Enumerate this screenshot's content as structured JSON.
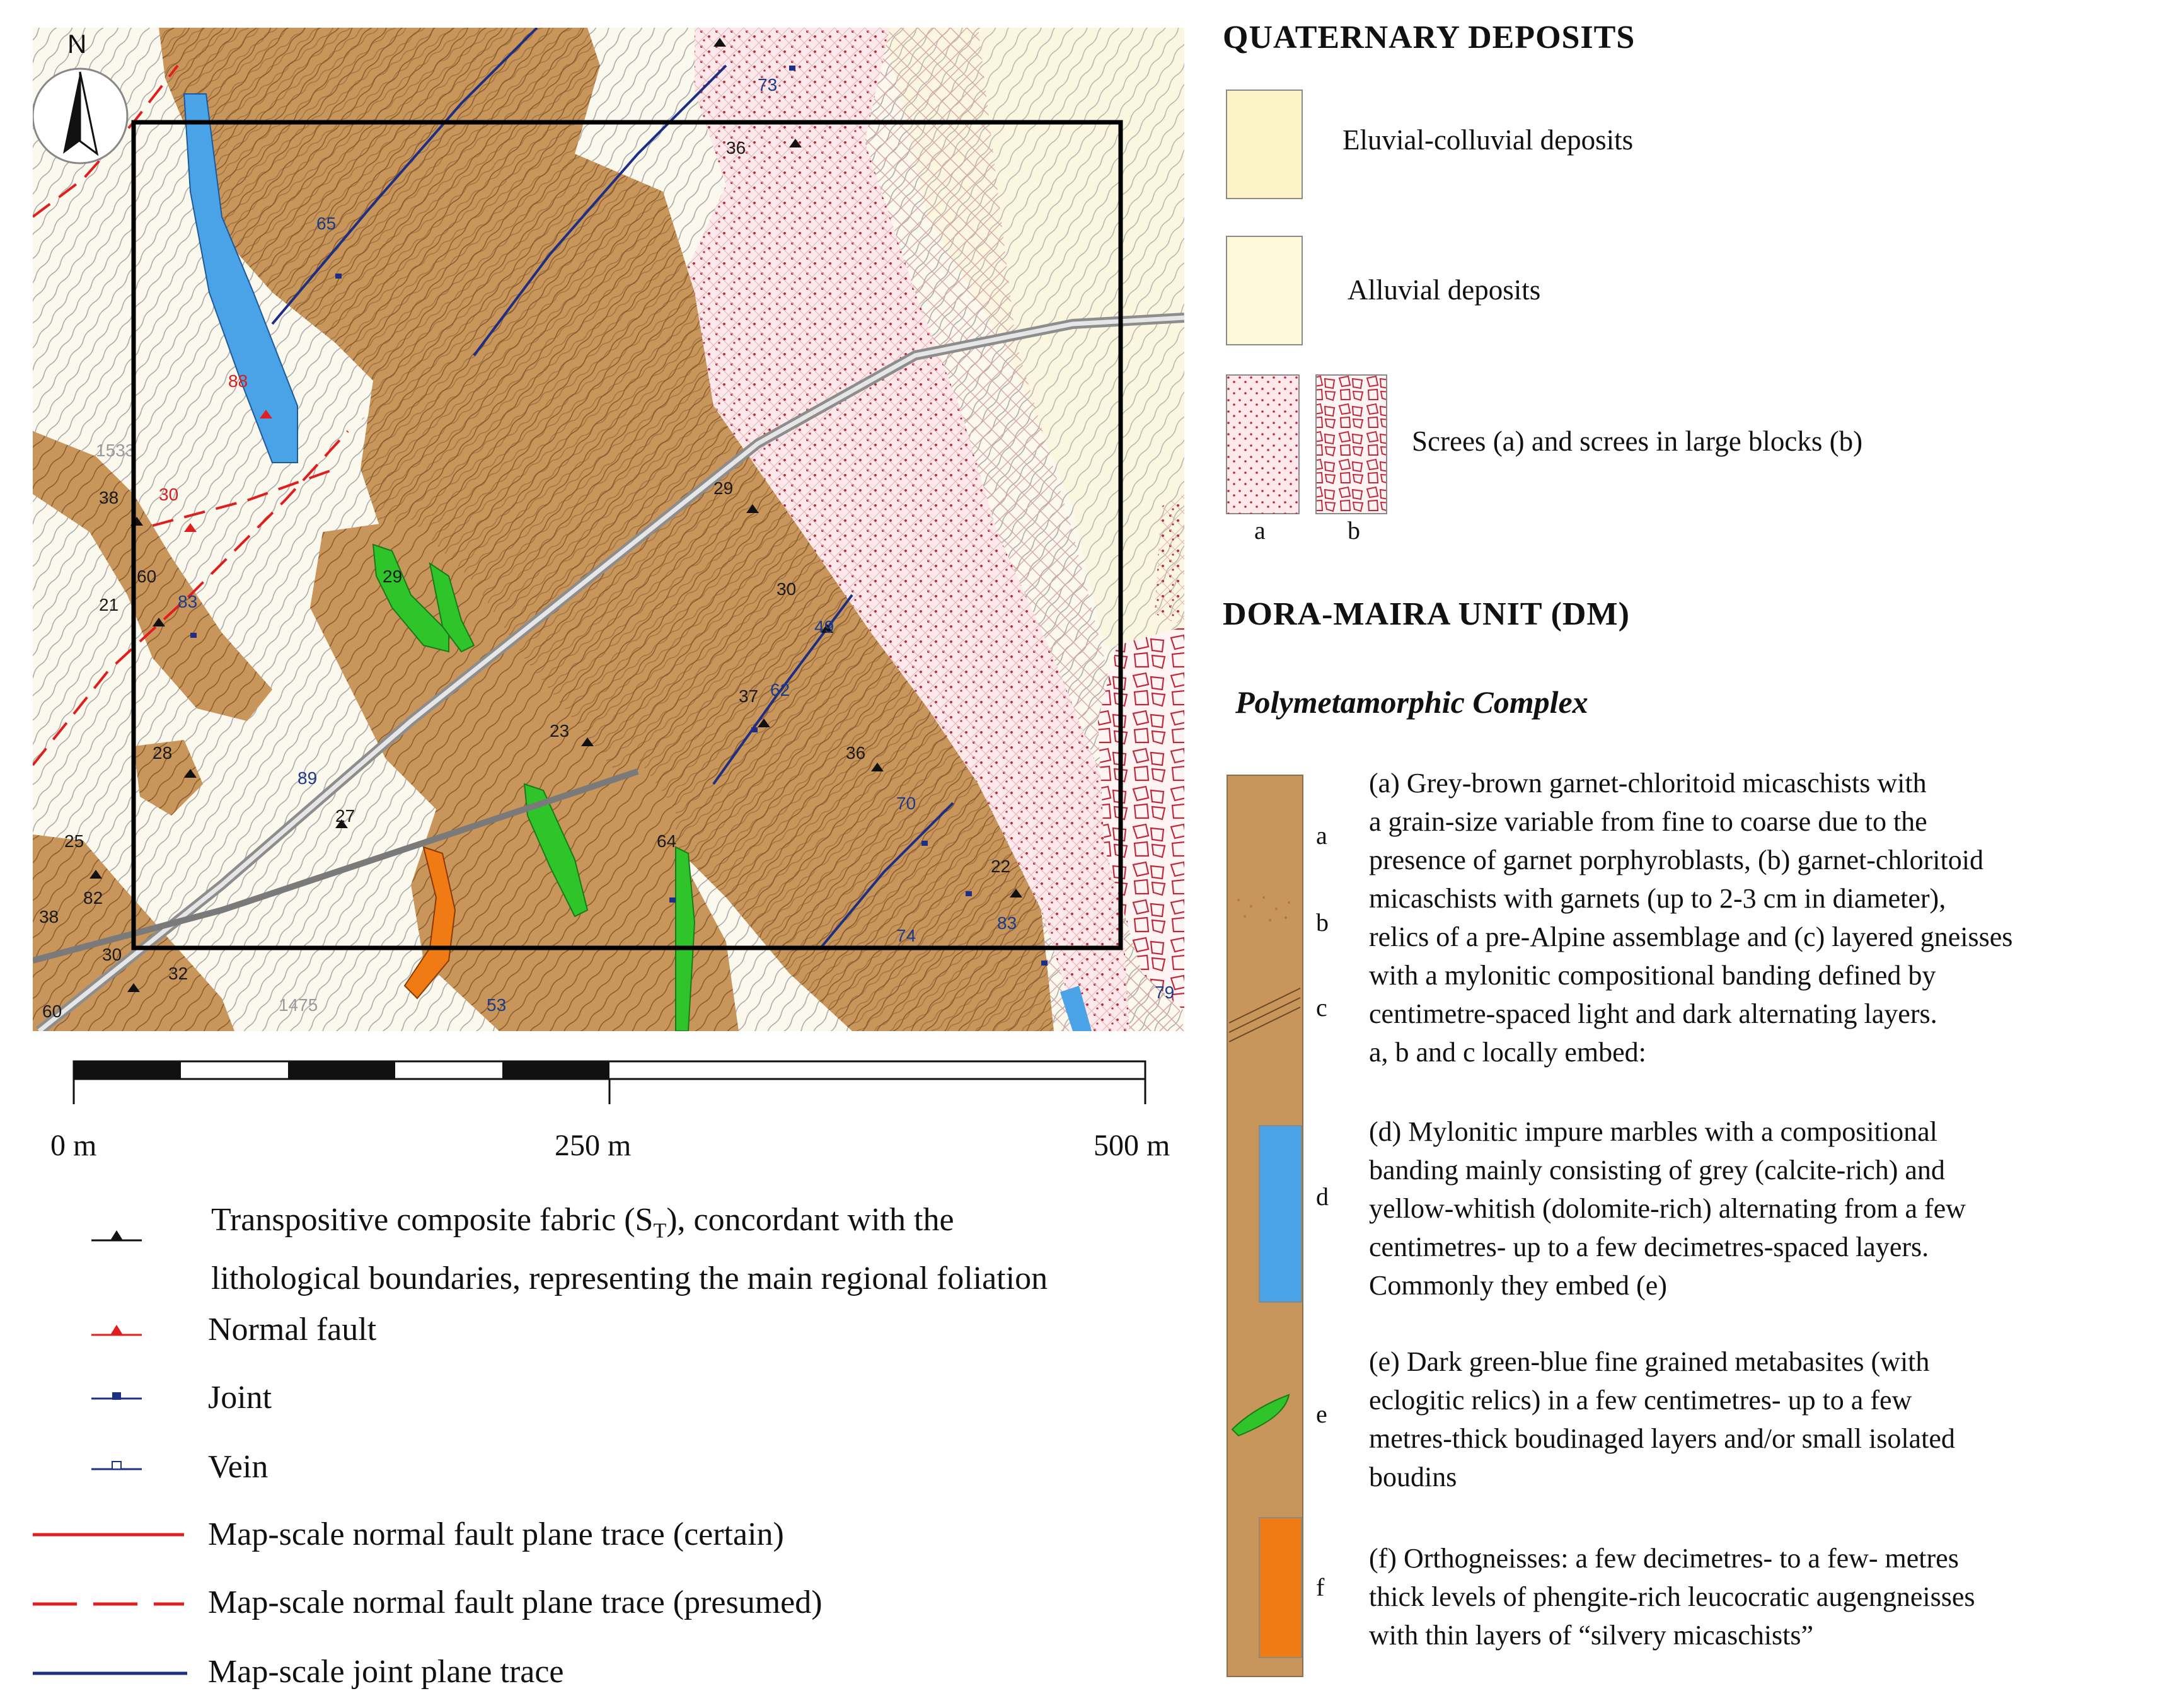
{
  "map": {
    "north_label": "N",
    "contour_labels": [
      "1475",
      "1533"
    ],
    "red_labels": [
      "88",
      "30"
    ],
    "blue_labels": [
      "73",
      "65",
      "83",
      "62",
      "49",
      "70",
      "74",
      "53",
      "83",
      "79",
      "89"
    ],
    "black_labels": [
      "36",
      "38",
      "60",
      "21",
      "29",
      "30",
      "28",
      "25",
      "82",
      "38",
      "30",
      "32",
      "60",
      "27",
      "23",
      "37",
      "36",
      "22",
      "64",
      "29"
    ]
  },
  "scale_bar": {
    "labels": [
      "0 m",
      "250 m",
      "500 m"
    ]
  },
  "symbols": [
    {
      "label": "Transpositive composite fabric (S",
      "sub": "T",
      "label_end": "), concordant with the",
      "label2": "lithological boundaries, representing the main regional foliation",
      "icon": "foliation-symbol"
    },
    {
      "label": "Normal fault",
      "icon": "normal-fault-symbol"
    },
    {
      "label": "Joint",
      "icon": "joint-symbol"
    },
    {
      "label": "Vein",
      "icon": "vein-symbol"
    },
    {
      "label": "Map-scale normal fault plane trace (certain)",
      "icon": "solid-red-line"
    },
    {
      "label": "Map-scale normal fault plane trace (presumed)",
      "icon": "dashed-red-line"
    },
    {
      "label": "Map-scale joint plane trace",
      "icon": "blue-line"
    }
  ],
  "legend": {
    "quaternary_heading": "QUATERNARY DEPOSITS",
    "eluvial": "Eluvial-colluvial deposits",
    "alluvial": "Alluvial deposits",
    "screes": "Screes (a) and screes in large blocks (b)",
    "screes_a": "a",
    "screes_b": "b",
    "dm_heading": "DORA-MAIRA UNIT (DM)",
    "complex": "Polymetamorphic Complex",
    "column_letters": [
      "a",
      "b",
      "c",
      "d",
      "e",
      "f"
    ],
    "desc_abc": "(a) Grey-brown garnet-chloritoid micaschists with\n a grain-size variable from fine to coarse due to the\npresence of garnet porphyroblasts, (b) garnet-chloritoid\nmicaschists with garnets (up to 2-3 cm in diameter),\nrelics of a pre-Alpine assemblage and (c) layered gneisses\nwith a mylonitic compositional banding defined by\ncentimetre-spaced light and dark alternating layers.\na, b and c locally embed:",
    "desc_d": "(d) Mylonitic impure marbles with a compositional\nbanding mainly consisting of grey (calcite-rich) and\nyellow-whitish (dolomite-rich) alternating from a few\ncentimetres- up to a few decimetres-spaced layers.\nCommonly they embed (e)",
    "desc_e": "(e) Dark green-blue fine grained metabasites (with\neclogitic relics) in a few centimetres- up to a few\nmetres-thick boudinaged layers and/or small isolated\nboudins",
    "desc_f": "(f) Orthogneisses: a few decimetres- to a few- metres\nthick levels of phengite-rich leucocratic augengneisses\nwith thin layers of “silvery micaschists”"
  },
  "colors": {
    "micaschist": "#c8955a",
    "marble": "#4aa3e6",
    "metabasite": "#2fc42a",
    "orthogneiss": "#f07a14",
    "eluvial": "#fbf3c6",
    "alluvial": "#fdf9d8",
    "scree_red": "#c0283a",
    "fault_red": "#e01e1e",
    "joint_blue": "#1c2f84"
  }
}
